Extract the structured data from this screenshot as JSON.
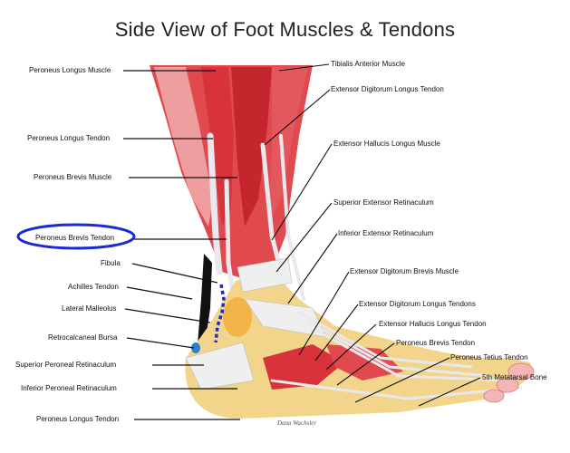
{
  "title": "Side View of Foot Muscles & Tendons",
  "labels_left": [
    "Peroneus Longus Muscle",
    "Peroneus Longus Tendon",
    "Peroneus Brevis Muscle",
    "Peroneus Brevis Tendon",
    "Fibula",
    "Achilles Tendon",
    "Lateral Malleolus",
    "Retrocalcaneal Bursa",
    "Superior Peroneal Retinaculum",
    "Inferior Peroneal Retinaculum",
    "Peroneus Longus Tendon"
  ],
  "labels_right": [
    "Tibialis Anterior Muscle",
    "Extensor Digitorum Longus Tendon",
    "Extensor Hallucis Longus Muscle",
    "Superior Extensor Retinaculum",
    "Inferior Extensor Retinaculum",
    "Extensor Digitorum Brevis Muscle",
    "Extensor Digitorum Longus Tendons",
    "Extensor Hallucis Longus Tendon",
    "Peroneus Brevis Tendon",
    "Peroneus Tetius Tendon",
    "5th Metatarsal Bone"
  ],
  "signature": "Dana Wachsler",
  "colors": {
    "muscle": "#d8323a",
    "muscle_light": "#f0a8a8",
    "tendon": "#e9e9ee",
    "bone": "#f2d48a",
    "highlight": "#1a2bd6"
  }
}
